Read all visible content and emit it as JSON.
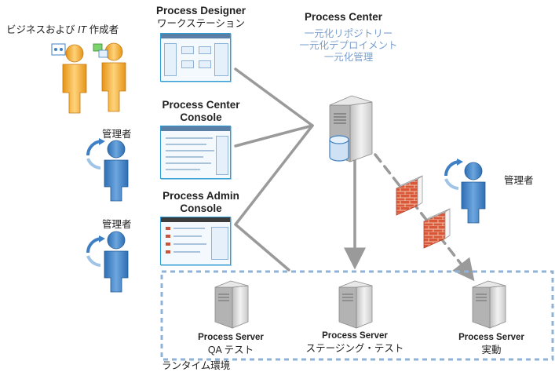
{
  "labels": {
    "business_users": "ビジネスおよび ",
    "business_users_it": "IT",
    "business_users_tail": " 作成者",
    "designer_title_1": "Process Designer",
    "designer_title_2": "ワークステーション",
    "center_console_1": "Process Center",
    "center_console_2": "Console",
    "admin_console_1": "Process Admin",
    "admin_console_2": "Console",
    "admin_1": "管理者",
    "admin_2": "管理者",
    "admin_3": "管理者",
    "process_center": "Process Center",
    "pc_feature_1": "一元化リポジトリー",
    "pc_feature_2": "一元化デプロイメント",
    "pc_feature_3": "一元化管理",
    "server_qa_1": "Process Server",
    "server_qa_2": "QA テスト",
    "server_stage_1": "Process Server",
    "server_stage_2": "ステージング・テスト",
    "server_prod_1": "Process Server",
    "server_prod_2": "実動",
    "runtime_env": "ランタイム環境"
  },
  "colors": {
    "connector": "#9a9a9a",
    "dashed_box": "#8fb3d6",
    "admin_person": "#3f80c4",
    "business_person": "#f0a82d",
    "server_body": "#d8d8d8",
    "firewall_brick": "#d9583a",
    "feature_text": "#7a9fce"
  },
  "icons": {
    "business_person": "person-icon",
    "admin_person": "admin-person-icon",
    "server": "server-icon",
    "firewall": "firewall-icon",
    "database": "database-icon"
  }
}
